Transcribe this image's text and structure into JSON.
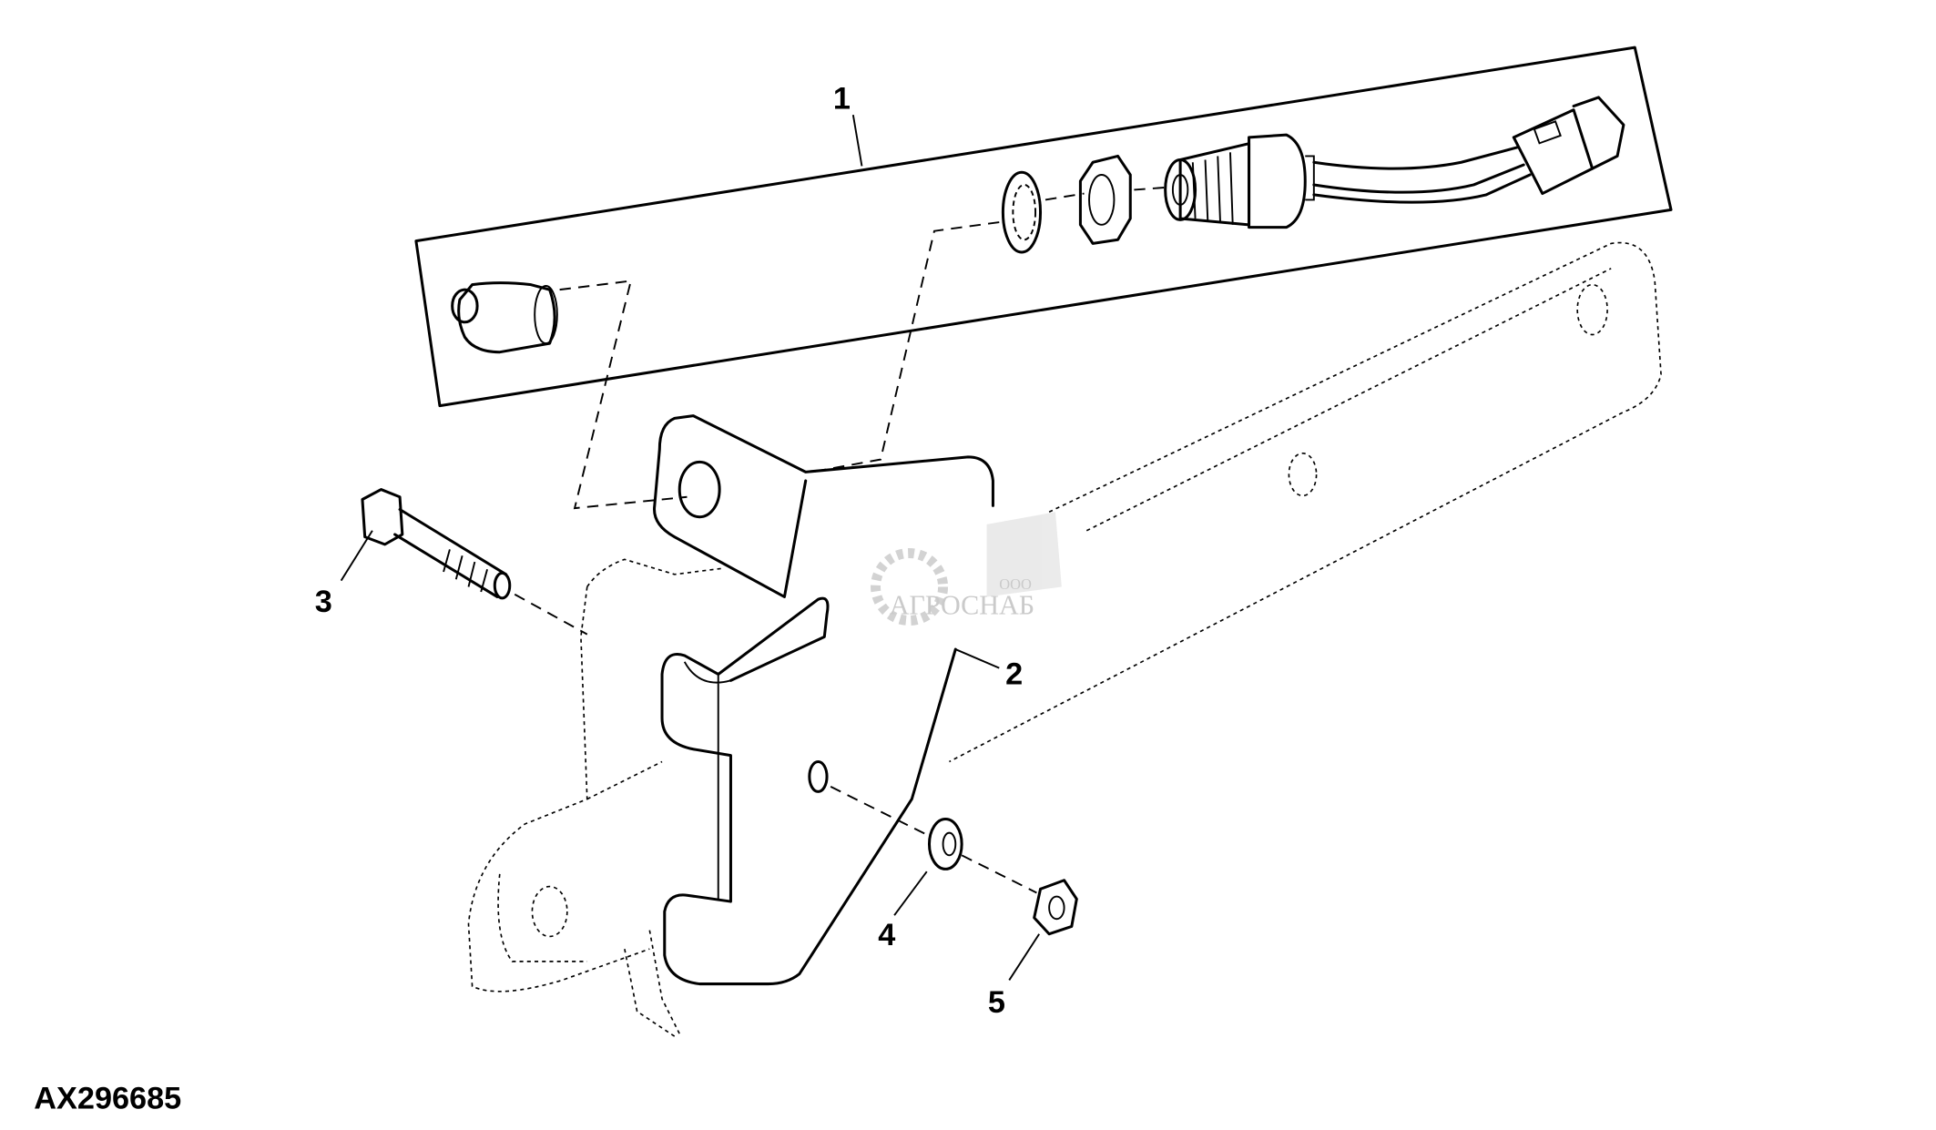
{
  "figure_id": "AX296685",
  "callouts": [
    "1",
    "2",
    "3",
    "4",
    "5"
  ],
  "watermark": {
    "prefix": "ООО",
    "name": "АГРОСНАБ"
  }
}
